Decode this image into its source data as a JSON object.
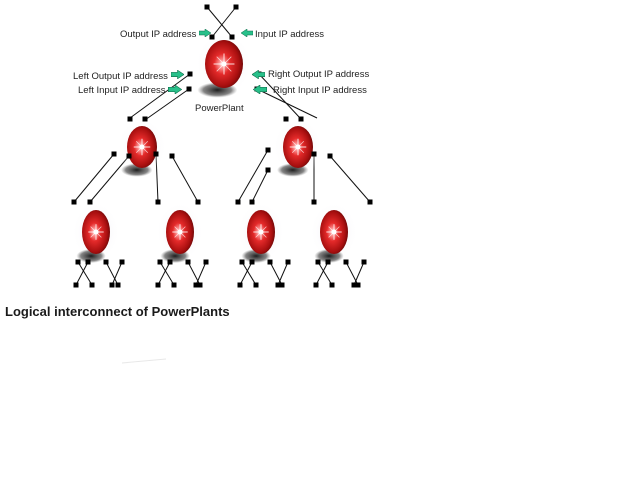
{
  "labels": {
    "output_ip": "Output IP address",
    "input_ip": "Input IP address",
    "left_output_ip": "Left Output IP address",
    "left_input_ip": "Left Input IP address",
    "right_output_ip": "Right Output IP address",
    "right_input_ip": "Right Input IP address",
    "root_name": "PowerPlant"
  },
  "caption": "Logical interconnect of PowerPlants",
  "colors": {
    "node_red": "#c81e1e",
    "arrow_green": "#28c08a",
    "connector": "#000000"
  },
  "icons": {
    "node": "powerplant-sphere-icon",
    "pointer": "green-arrow-icon",
    "port": "square-port-icon"
  }
}
